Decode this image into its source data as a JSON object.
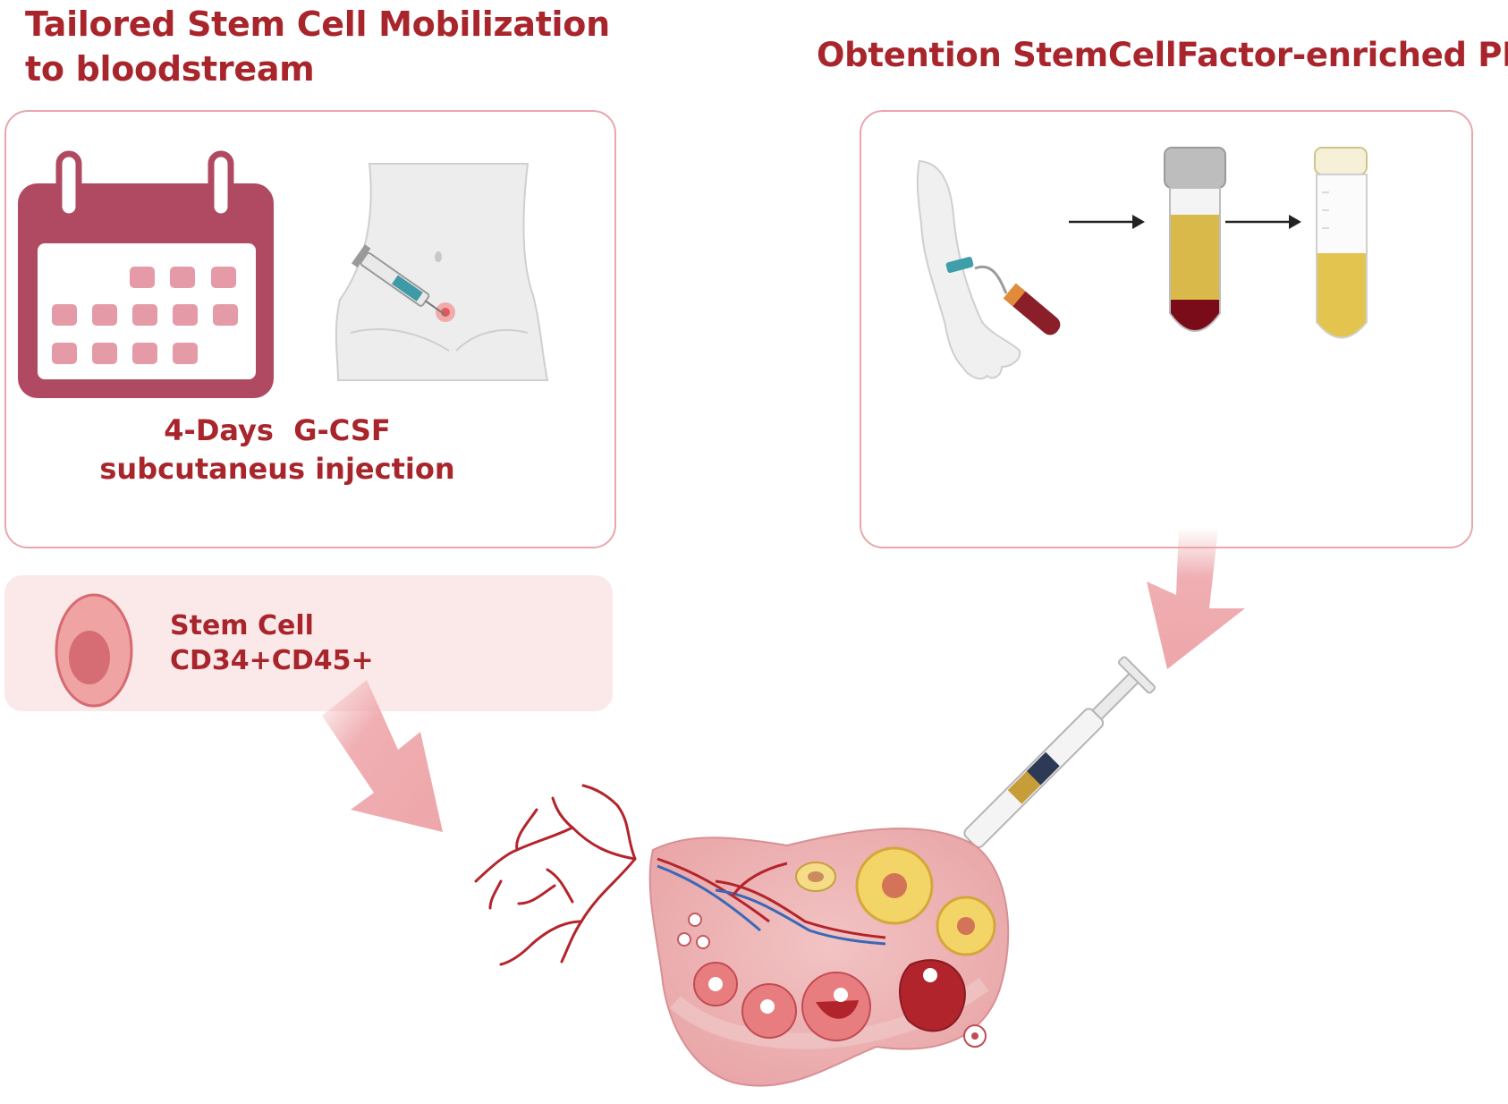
{
  "left": {
    "title": "Tailored Stem Cell Mobilization to bloodstream",
    "caption_line1": "4-Days  G-CSF",
    "caption_line2": "subcutaneus injection"
  },
  "right": {
    "title": "Obtention StemCellFactor-enriched PRP"
  },
  "stem_cell": {
    "line1": "Stem Cell",
    "line2": "CD34+CD45+"
  },
  "icons": [
    "calendar-icon",
    "abdomen-syringe-icon",
    "arm-blood-draw-icon",
    "blood-tube-icon",
    "prp-tube-icon",
    "syringe-icon",
    "stem-cell-icon",
    "ovary-icon",
    "blood-vessels-icon"
  ],
  "colors": {
    "accent": "#a8252c",
    "calendar": "#b04a62",
    "panel_border": "#e7a7ab",
    "stem_box": "#fbe8e9",
    "arrow_pink": "#eea6aa",
    "plasma": "#e3c44f"
  }
}
